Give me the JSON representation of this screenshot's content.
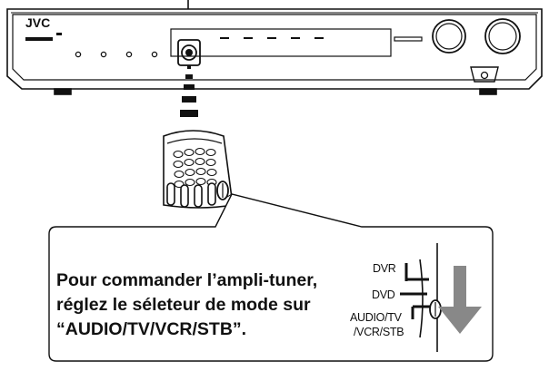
{
  "receiver": {
    "brand": "JVC"
  },
  "callout": {
    "line1": "Pour commander l’ampli-tuner,",
    "line2": "réglez le séleteur de mode sur",
    "line3": "“AUDIO/TV/VCR/STB”."
  },
  "switch": {
    "label_dvr": "DVR",
    "label_dvd": "DVD",
    "label_audio_line1": "AUDIO/TV",
    "label_audio_line2": "/VCR/STB",
    "selected": "AUDIO/TV/VCR/STB"
  }
}
